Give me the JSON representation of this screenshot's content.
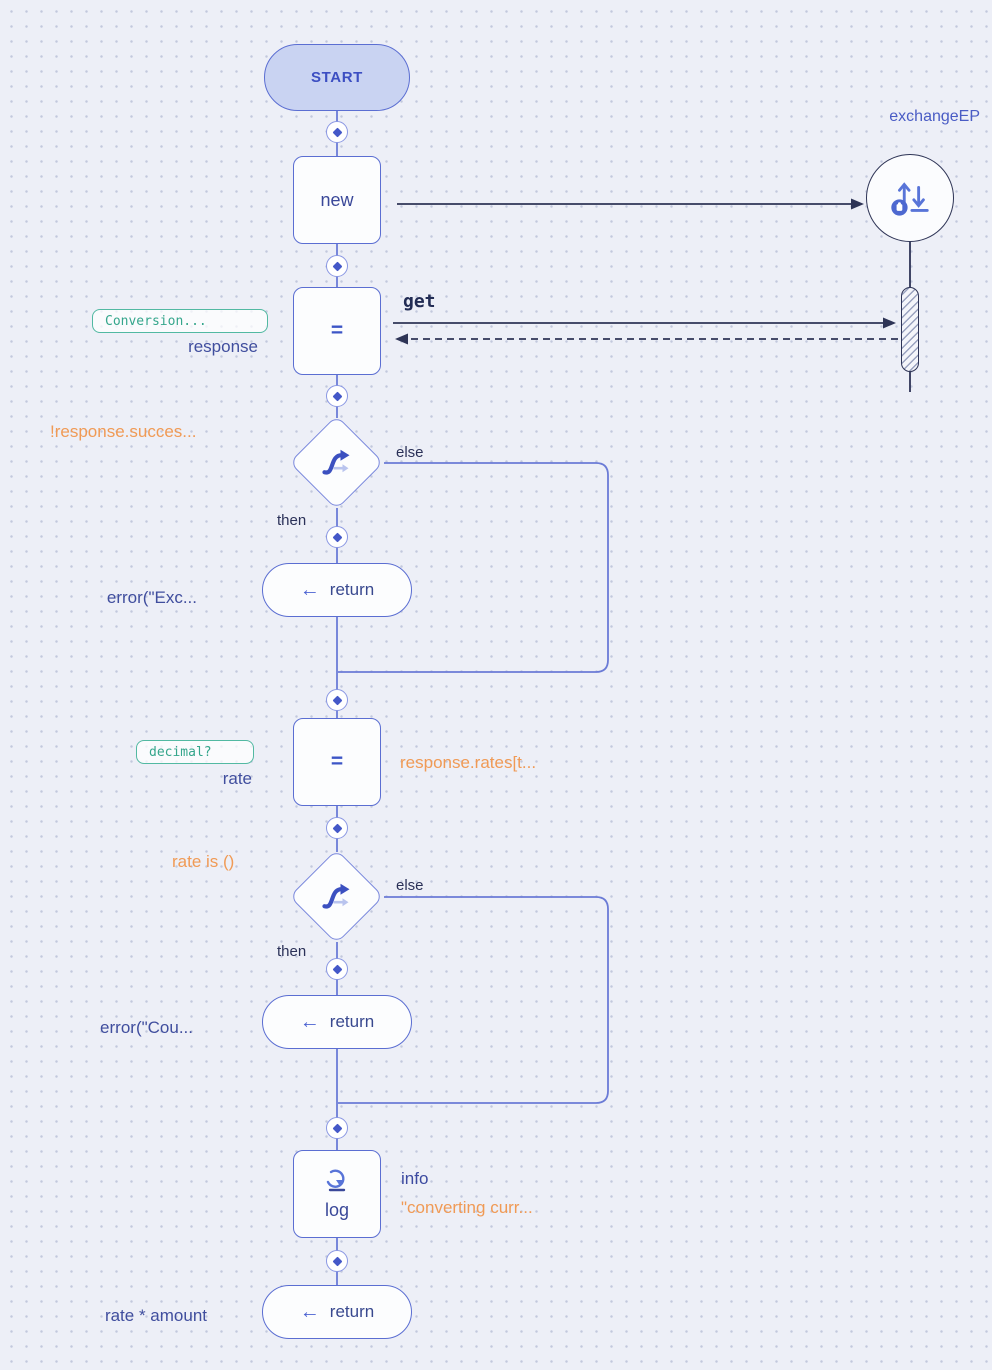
{
  "colors": {
    "canvas_bg": "#edeff7",
    "node_border_blue": "#5b6ed2",
    "lifeline_navy": "#2e3456",
    "expression_orange": "#f09a55",
    "type_badge_green": "#52b9a2",
    "start_fill": "#c9d3f2"
  },
  "endpoint": {
    "name": "exchangeEP",
    "method_label": "get"
  },
  "flow": {
    "start": {
      "label": "START"
    },
    "new_node": {
      "label": "new"
    },
    "assign1": {
      "label": "=",
      "badge": "Conversion...",
      "variable": "response"
    },
    "if1": {
      "condition": "!response.succes...",
      "then_label": "then",
      "else_label": "else"
    },
    "return1": {
      "label": "return",
      "expression": "error(\"Exc..."
    },
    "assign2": {
      "label": "=",
      "badge": "decimal?",
      "variable": "rate",
      "value": "response.rates[t..."
    },
    "if2": {
      "condition": "rate is ()",
      "then_label": "then",
      "else_label": "else"
    },
    "return2": {
      "label": "return",
      "expression": "error(\"Cou..."
    },
    "log_node": {
      "label": "log",
      "level": "info",
      "message": "\"converting curr..."
    },
    "return3": {
      "label": "return",
      "expression": "rate * amount"
    }
  }
}
